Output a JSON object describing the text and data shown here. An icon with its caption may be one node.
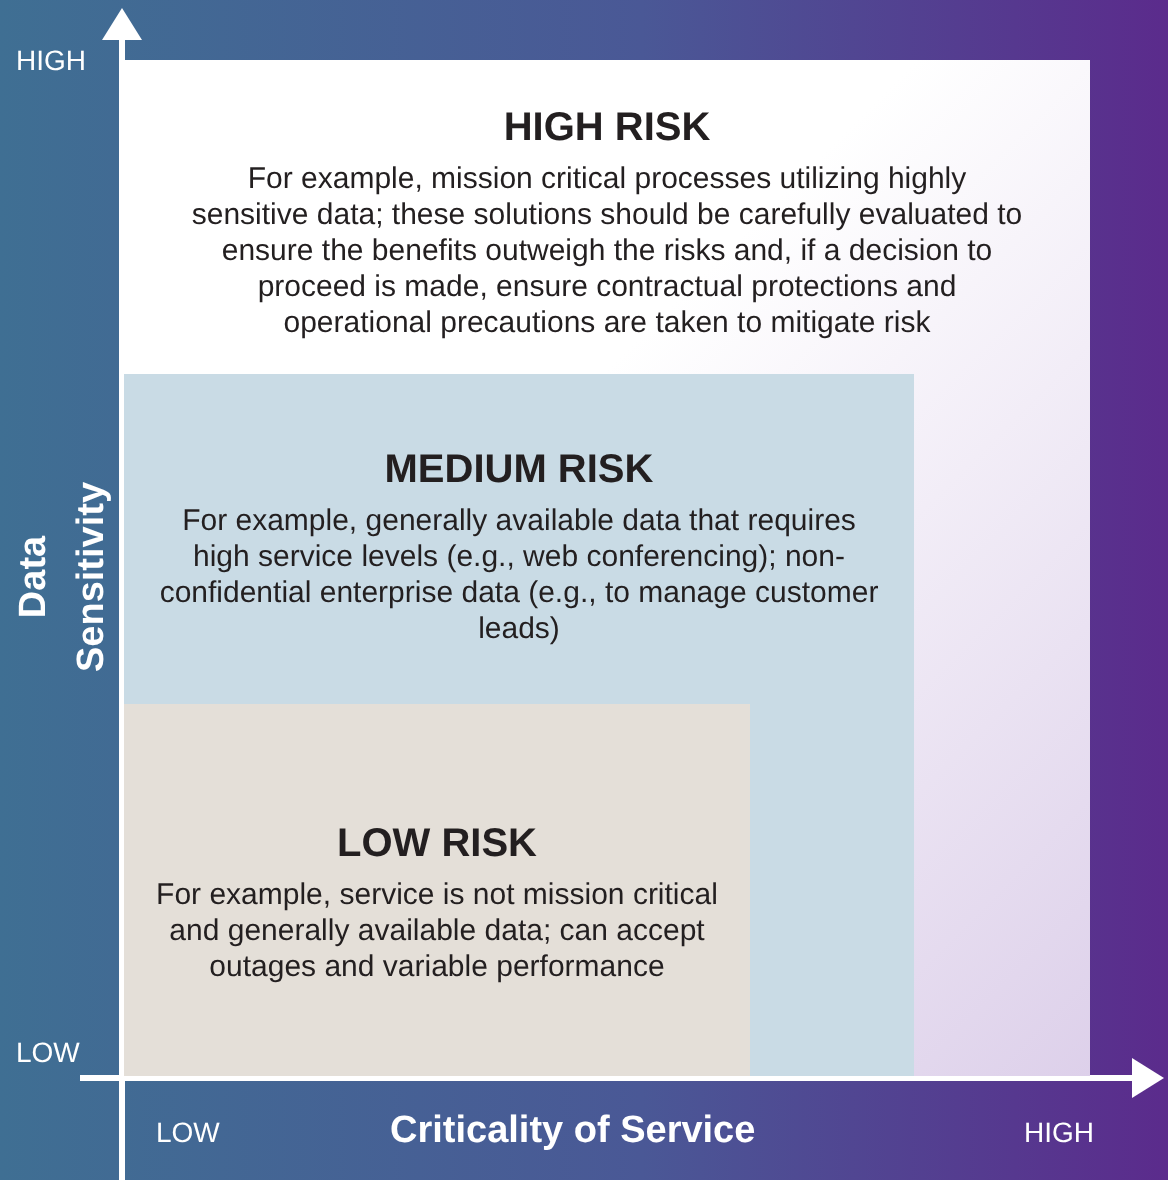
{
  "diagram": {
    "nodes": [
      {
        "text": [
          "HIGH RISK",
          "For example, mission critical processes utilizing highly sensitive data; these solutions should be carefully evaluated to ensure the benefits outweigh the risks and, if a decision to proceed is made, ensure contractual protections and operational precautions are taken to mitigate risk"
        ]
      },
      {
        "text": [
          "MEDIUM RISK",
          "For example, generally available data that requires high service levels (e.g., web conferencing); non-confidential enterprise data (e.g., to manage customer leads)"
        ],
        "in": 0
      },
      {
        "text": [
          "LOW RISK",
          "For example, service is not mission critical and generally available data; can accept outages and variable performance"
        ],
        "in": 1
      }
    ],
    "labels": [
      "HIGH",
      "Data Sensitivity",
      "LOW",
      "LOW",
      "Criticality of Service",
      "HIGH"
    ]
  }
}
